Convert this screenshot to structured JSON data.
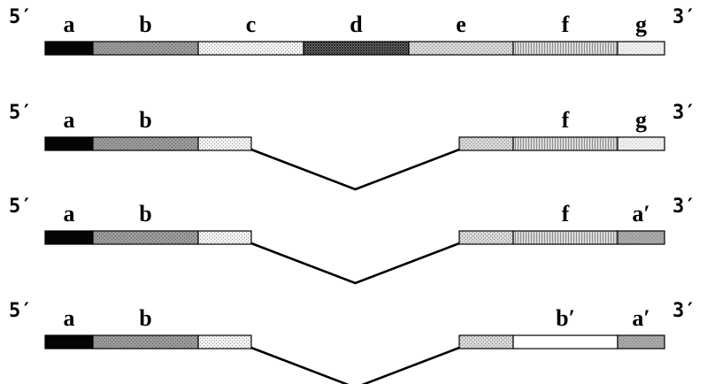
{
  "styles": {
    "a": {
      "base": "#050505",
      "pattern": "none"
    },
    "b": {
      "base": "#9a9a9a",
      "pattern": "dots",
      "ink": "#5e5e5e"
    },
    "c": {
      "base": "#f2f2f2",
      "pattern": "dots",
      "ink": "#9a9a9a"
    },
    "d": {
      "base": "#6c6c6c",
      "pattern": "crosshatch",
      "ink": "#2a2a2a"
    },
    "e": {
      "base": "#d6d6d6",
      "pattern": "dots",
      "ink": "#8a8a8a"
    },
    "f": {
      "base": "#d8d8d8",
      "pattern": "vlines",
      "ink": "#8e8e8e"
    },
    "g": {
      "base": "#f0f0f0",
      "pattern": "dots",
      "ink": "#c4c4c4"
    },
    "a2": {
      "base": "#a8a8a8",
      "pattern": "dots",
      "ink": "#858585"
    },
    "b2": {
      "base": "#ffffff",
      "pattern": "none"
    }
  },
  "rows": [
    {
      "end5": "5′",
      "end3": "3′",
      "spliced": false,
      "exons": [
        {
          "id": "a",
          "label": "a",
          "style": "a"
        },
        {
          "id": "b",
          "label": "b",
          "style": "b"
        },
        {
          "id": "c",
          "label": "c",
          "style": "c"
        },
        {
          "id": "d",
          "label": "d",
          "style": "d"
        },
        {
          "id": "e",
          "label": "e",
          "style": "e"
        },
        {
          "id": "f",
          "label": "f",
          "style": "f"
        },
        {
          "id": "g",
          "label": "g",
          "style": "g"
        }
      ]
    },
    {
      "end5": "5′",
      "end3": "3′",
      "spliced": true,
      "exons": [
        {
          "id": "a",
          "label": "a",
          "style": "a"
        },
        {
          "id": "b",
          "label": "b",
          "style": "b"
        },
        {
          "id": "c",
          "label": "",
          "style": "c"
        },
        {
          "id": "e",
          "label": "",
          "style": "e"
        },
        {
          "id": "f",
          "label": "f",
          "style": "f"
        },
        {
          "id": "g",
          "label": "g",
          "style": "g"
        }
      ]
    },
    {
      "end5": "5′",
      "end3": "3′",
      "spliced": true,
      "exons": [
        {
          "id": "a",
          "label": "a",
          "style": "a"
        },
        {
          "id": "b",
          "label": "b",
          "style": "b"
        },
        {
          "id": "c",
          "label": "",
          "style": "c"
        },
        {
          "id": "e",
          "label": "",
          "style": "e"
        },
        {
          "id": "f",
          "label": "f",
          "style": "f"
        },
        {
          "id": "g",
          "label": "a′",
          "style": "a2"
        }
      ]
    },
    {
      "end5": "5′",
      "end3": "3′",
      "spliced": true,
      "exons": [
        {
          "id": "a",
          "label": "a",
          "style": "a"
        },
        {
          "id": "b",
          "label": "b",
          "style": "b"
        },
        {
          "id": "c",
          "label": "",
          "style": "c"
        },
        {
          "id": "e",
          "label": "",
          "style": "e"
        },
        {
          "id": "f",
          "label": "b′",
          "style": "b2"
        },
        {
          "id": "g",
          "label": "a′",
          "style": "a2"
        }
      ]
    }
  ]
}
